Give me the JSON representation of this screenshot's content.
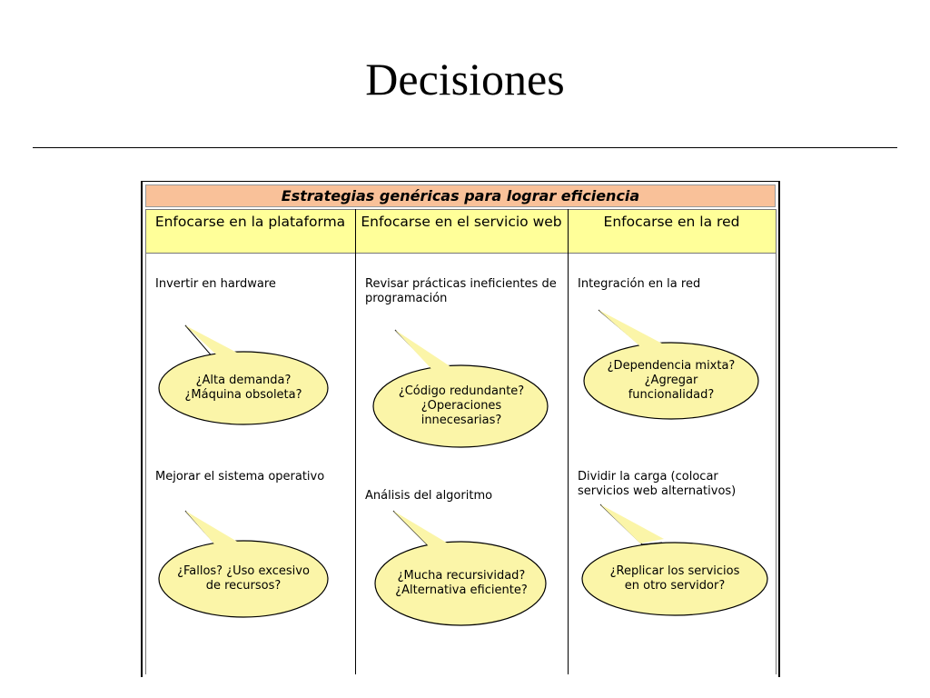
{
  "title": "Decisiones",
  "figure": {
    "header": "Estrategias genéricas para lograr eficiencia",
    "columns": [
      {
        "header": "Enfocarse en la plataforma",
        "items": [
          {
            "label": "Invertir en hardware",
            "bubble": "¿Alta demanda? ¿Máquina obsoleta?"
          },
          {
            "label": "Mejorar el sistema operativo",
            "bubble": "¿Fallos? ¿Uso excesivo de recursos?"
          }
        ]
      },
      {
        "header": "Enfocarse en el servicio web",
        "items": [
          {
            "label": "Revisar prácticas ineficientes de programación",
            "bubble": "¿Código redundante? ¿Operaciones innecesarias?"
          },
          {
            "label": "Análisis del algoritmo",
            "bubble": "¿Mucha recursividad? ¿Alternativa eficiente?"
          }
        ]
      },
      {
        "header": "Enfocarse en la red",
        "items": [
          {
            "label": "Integración en la red",
            "bubble": "¿Dependencia mixta? ¿Agregar funcionalidad?"
          },
          {
            "label": "Dividir la carga (colocar servicios web alternativos)",
            "bubble": "¿Replicar los servicios en otro servidor?"
          }
        ]
      }
    ]
  },
  "colors": {
    "figure_header_bg": "#f9c199",
    "column_header_bg": "#ffff99",
    "bubble_fill": "#fbf5a8",
    "line": "#000000"
  }
}
